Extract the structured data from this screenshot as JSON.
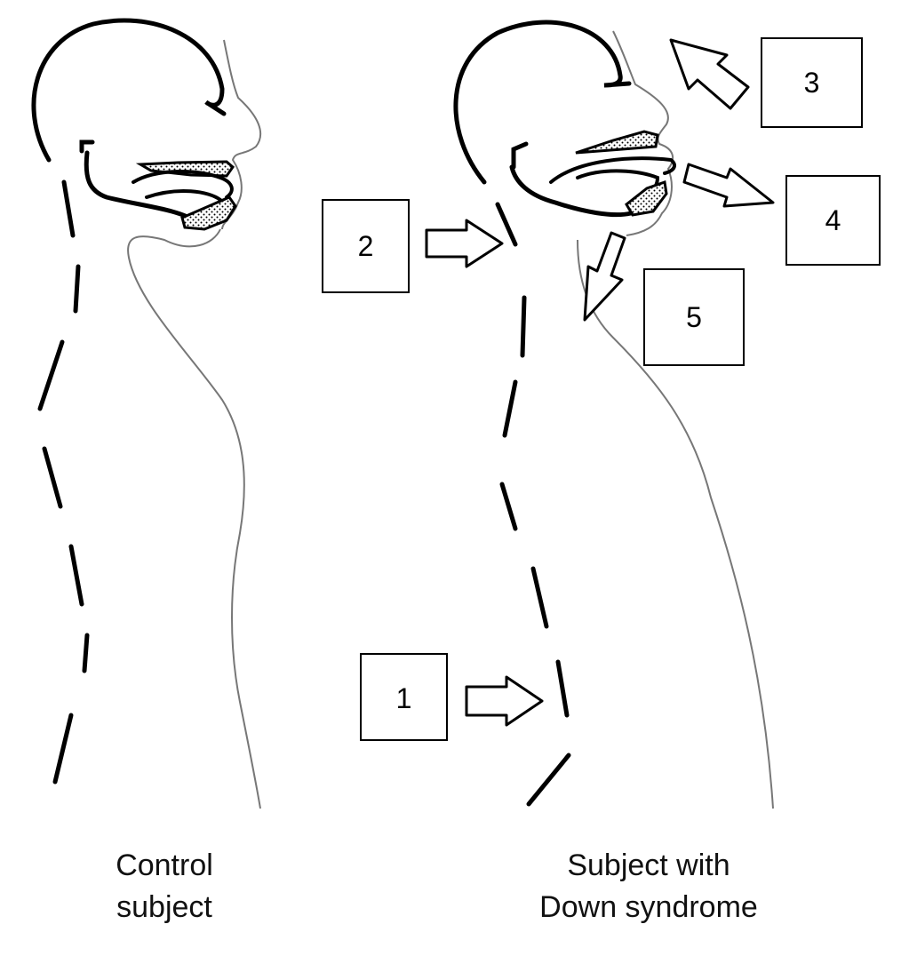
{
  "captions": {
    "control": {
      "line1": "Control",
      "line2": "subject"
    },
    "down_syndrome": {
      "line1": "Subject with",
      "line2": "Down syndrome"
    }
  },
  "markers": [
    "1",
    "2",
    "3",
    "4",
    "5"
  ],
  "colors": {
    "ink": "#000000",
    "outline_gray": "#777777",
    "paper": "#ffffff"
  }
}
